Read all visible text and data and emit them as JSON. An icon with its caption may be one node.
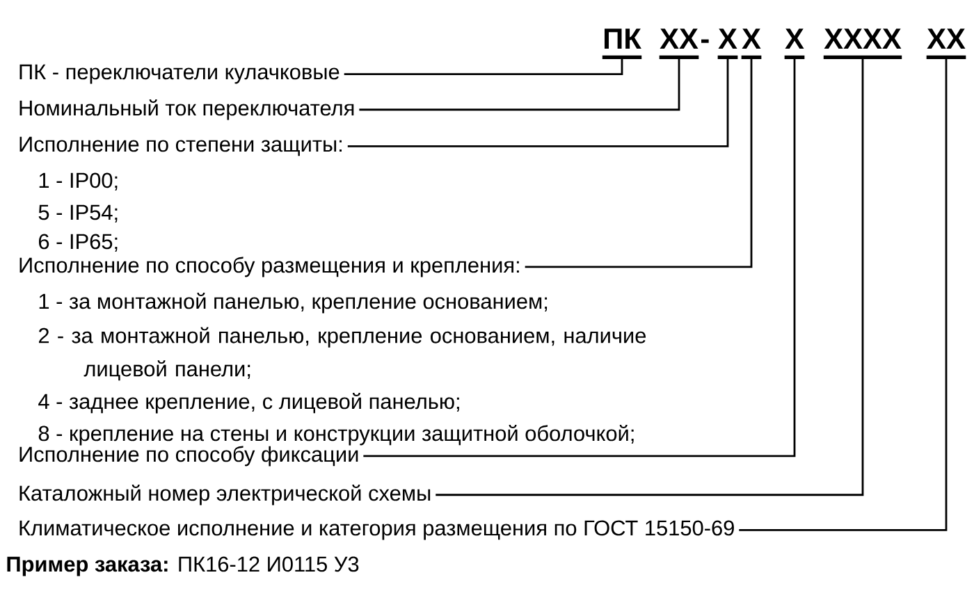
{
  "diagram": {
    "nodes": [
      {
        "text": [
          "ПК"
        ]
      },
      {
        "text": [
          "XX"
        ]
      },
      {
        "text": [
          "X"
        ]
      },
      {
        "text": [
          "X"
        ]
      },
      {
        "text": [
          "X"
        ]
      },
      {
        "text": [
          "XXXX"
        ]
      },
      {
        "text": [
          "XX"
        ]
      },
      {
        "text": [
          "ПК - переключатели кулачковые"
        ]
      },
      {
        "text": [
          "Номинальный ток переключателя"
        ]
      },
      {
        "text": [
          "Исполнение по степени защиты:"
        ]
      },
      {
        "text": [
          "Исполнение по способу размещения и крепления:"
        ]
      },
      {
        "text": [
          "Исполнение по способу фиксации"
        ]
      },
      {
        "text": [
          "Каталожный номер электрической схемы"
        ]
      },
      {
        "text": [
          "Климатическое исполнение и категория размещения по ГОСТ 15150-69"
        ]
      }
    ],
    "edges": [
      {
        "from": 7,
        "to": 0,
        "arrow": "none"
      },
      {
        "from": 8,
        "to": 1,
        "arrow": "none"
      },
      {
        "from": 9,
        "to": 2,
        "arrow": "none"
      },
      {
        "from": 10,
        "to": 3,
        "arrow": "none"
      },
      {
        "from": 11,
        "to": 4,
        "arrow": "none"
      },
      {
        "from": 12,
        "to": 5,
        "arrow": "none"
      },
      {
        "from": 13,
        "to": 6,
        "arrow": "none"
      }
    ],
    "labels": [
      "-",
      "1 - IP00;",
      "5 - IP54;",
      "6 - IP65;",
      "1 - за монтажной панелью, крепление основанием;",
      "2 - за монтажной панелью, крепление основанием, наличие лицевой панели;",
      "4 - заднее крепление, с лицевой панелью;",
      "8 - крепление на стены и конструкции защитной оболочкой;",
      "**Пример заказа:** ПК16-12 И0115 У3"
    ]
  }
}
